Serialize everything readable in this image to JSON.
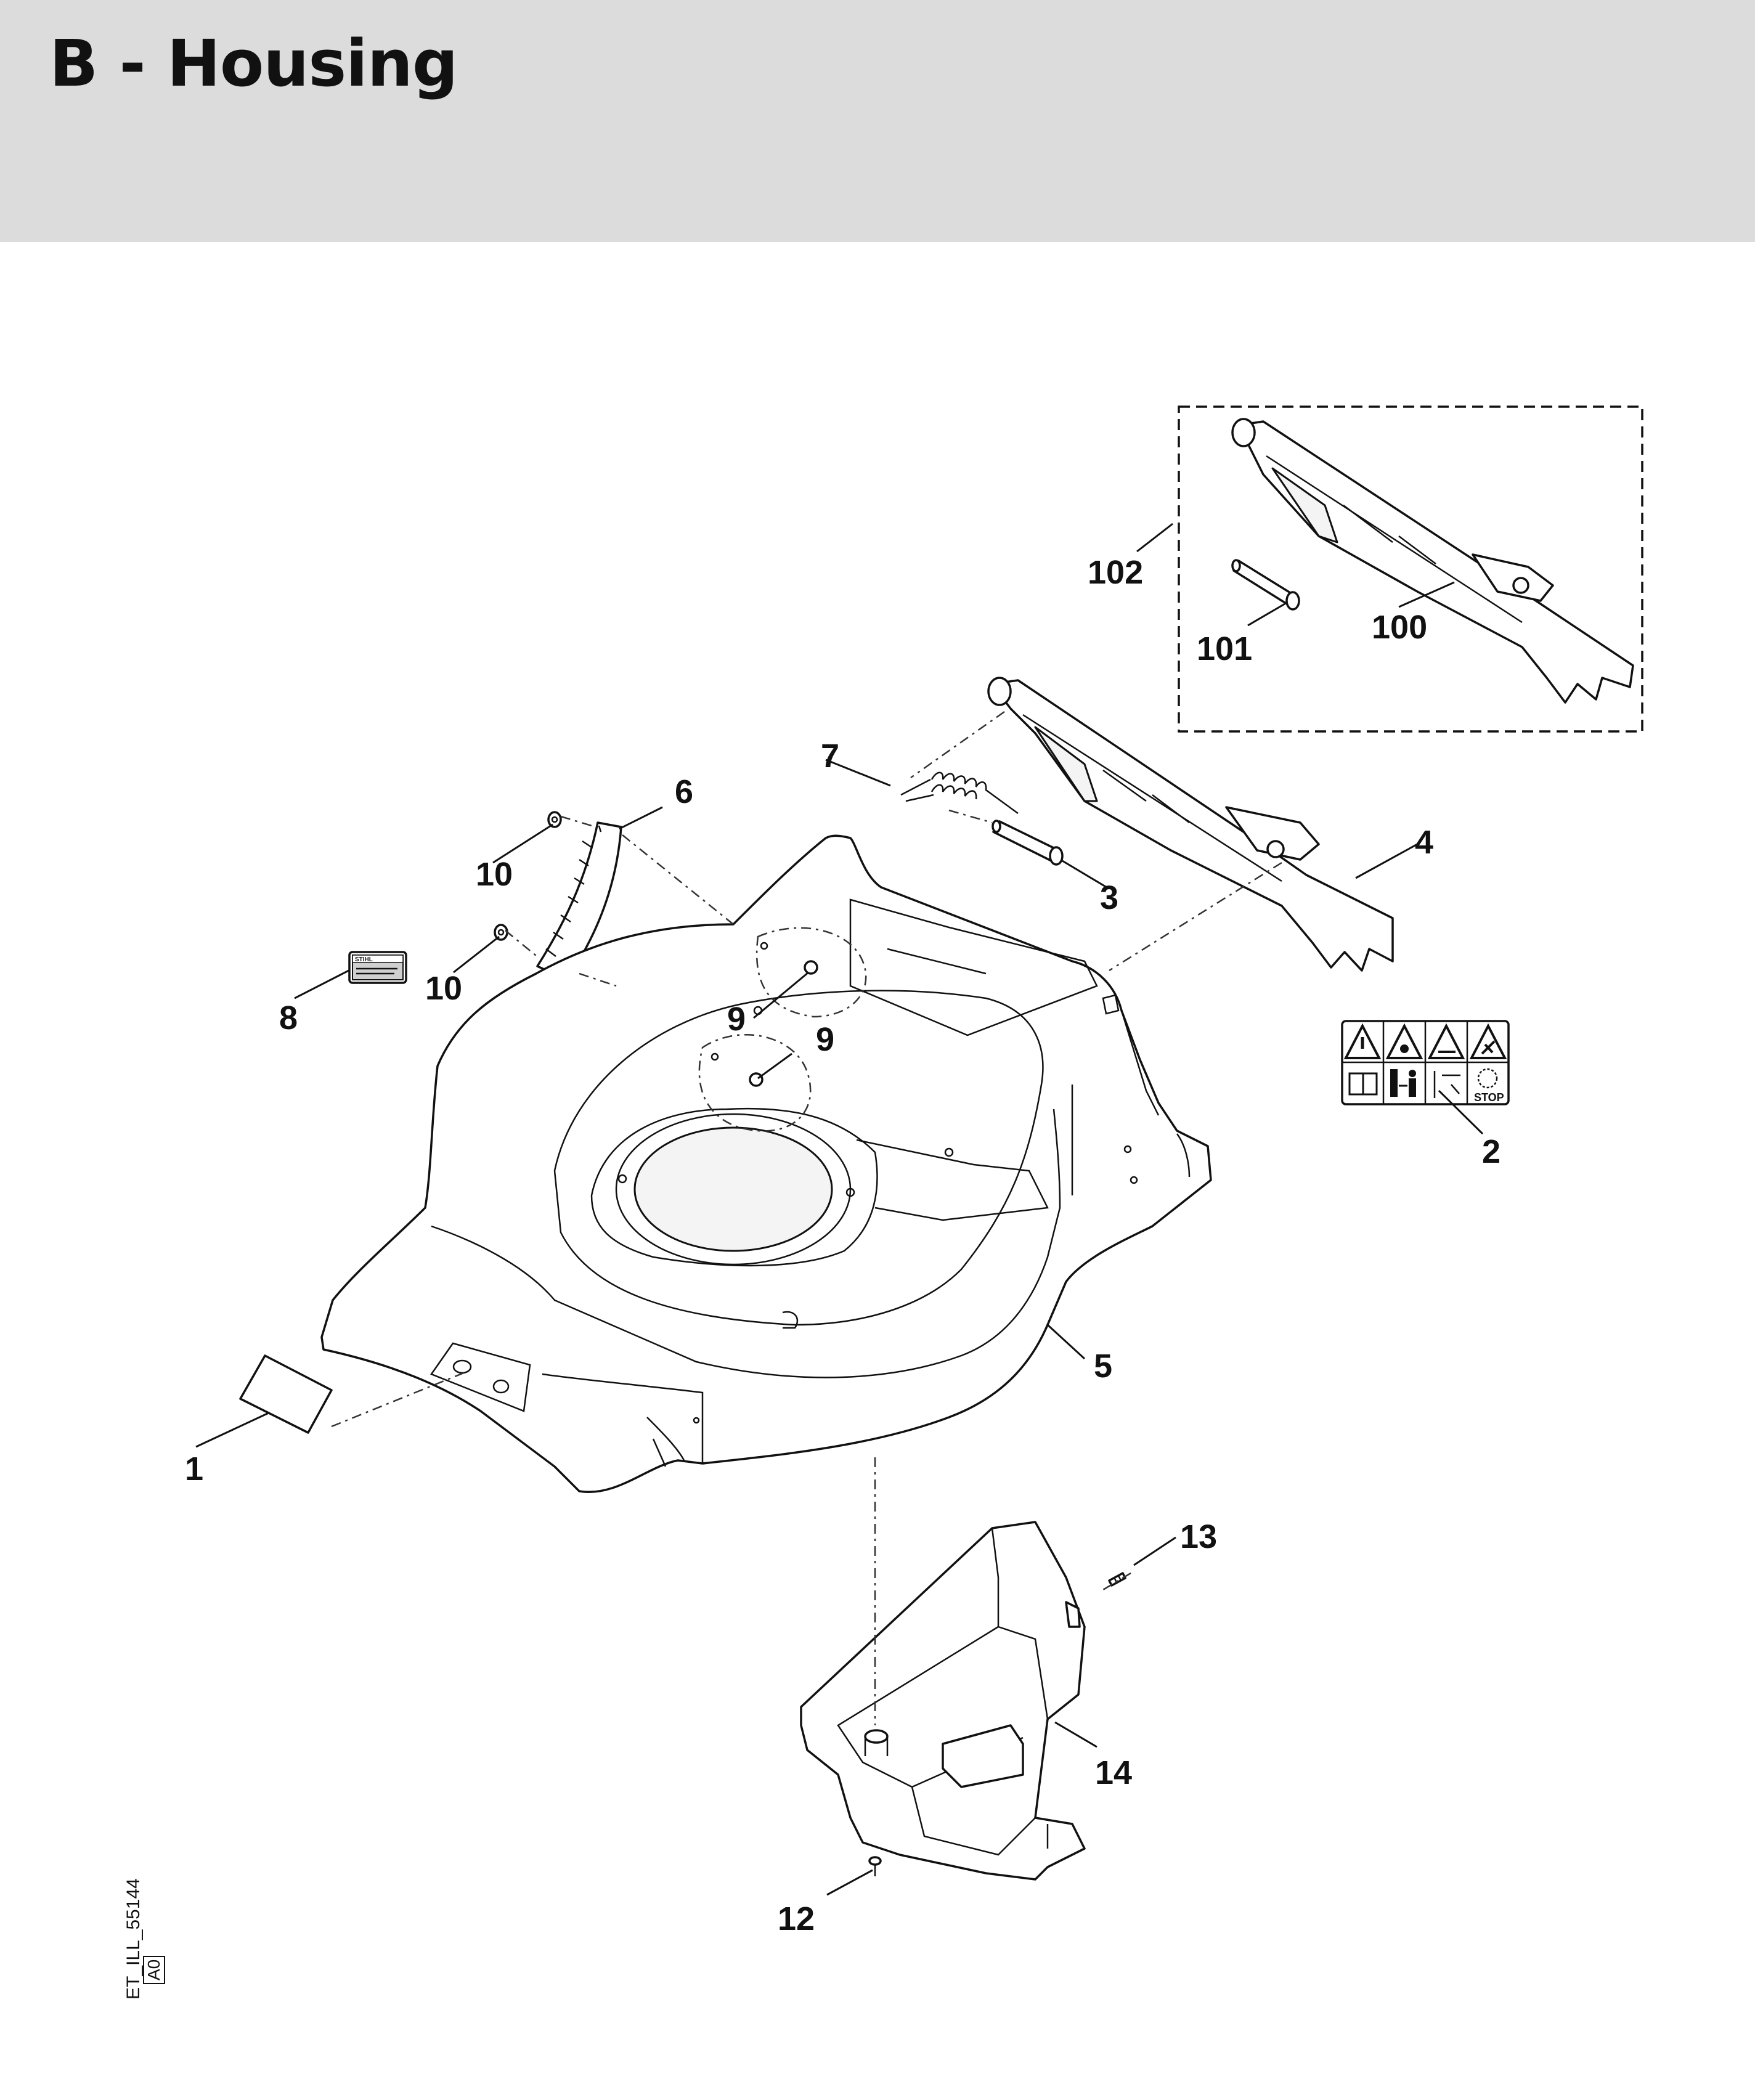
{
  "header": {
    "title": "B - Housing",
    "background": "#dcdcdc"
  },
  "diagram": {
    "callouts": [
      "1",
      "2",
      "3",
      "4",
      "5",
      "6",
      "7",
      "8",
      "9",
      "9",
      "10",
      "10",
      "12",
      "13",
      "14",
      "100",
      "101",
      "102"
    ],
    "drawing_id": "ET_ILL_55144",
    "revision": "A0",
    "label_stop": "STOP",
    "label_brand": "STIHL"
  }
}
